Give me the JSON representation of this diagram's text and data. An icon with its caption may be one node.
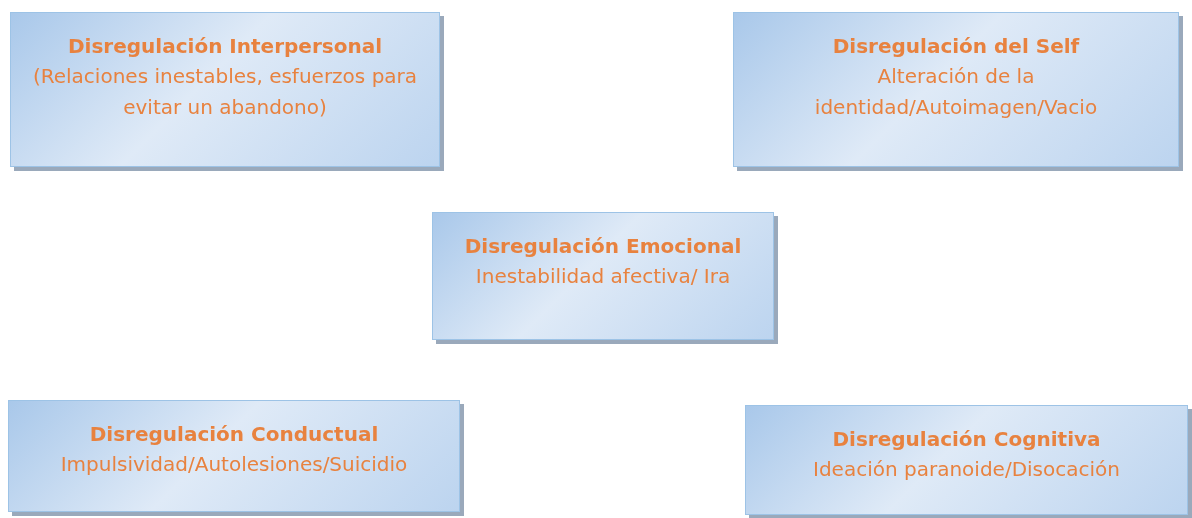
{
  "diagram": {
    "nodes": [
      {
        "text": [
          "Disregulación Interpersonal",
          "(Relaciones inestables, esfuerzos para evitar un abandono)"
        ]
      },
      {
        "text": [
          "Disregulación del Self",
          "Alteración de la identidad/Autoimagen/Vacio"
        ]
      },
      {
        "text": [
          "Disregulación Emocional",
          "Inestabilidad afectiva/ Ira"
        ]
      },
      {
        "text": [
          "Disregulación Conductual",
          "Impulsividad/Autolesiones/Suicidio"
        ]
      },
      {
        "text": [
          "Disregulación Cognitiva",
          "Ideación paranoide/Disocación"
        ]
      }
    ]
  }
}
